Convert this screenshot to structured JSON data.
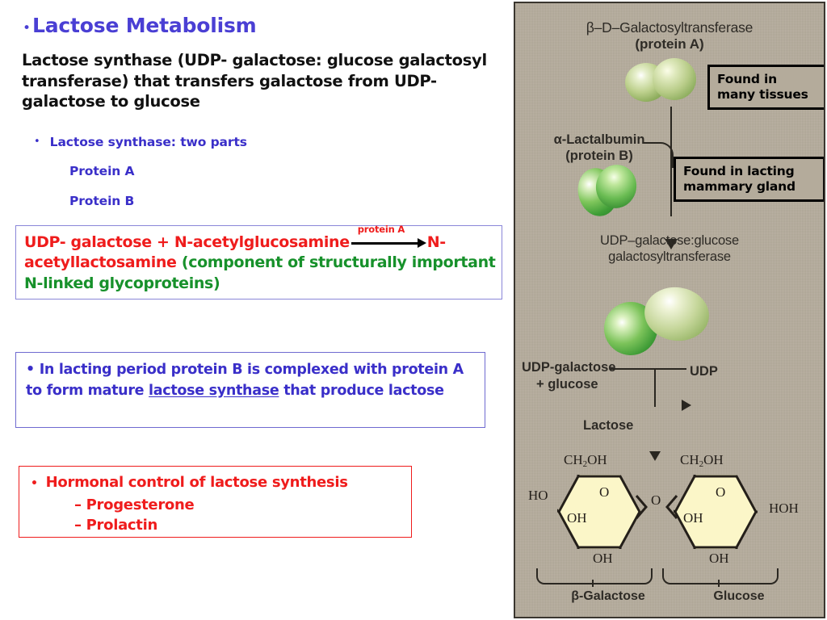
{
  "slide": {
    "title_bullet": "•",
    "title": "Lactose Metabolism",
    "lead_paragraph": "Lactose synthase (UDP- galactose: glucose galactosyl transferase) that transfers galactose from UDP-galactose to glucose",
    "subpoints": {
      "bullet": "•",
      "heading": "Lactose synthase: two parts",
      "item_a": "Protein A",
      "item_b": "Protein B"
    },
    "reaction_box": {
      "reactants": "UDP- galactose + N-acetylglucosamine",
      "arrow_label": "protein A",
      "product_red_1": "N-",
      "product_red_2": "acetyllactosamine",
      "product_green": "(component of structurally important N-linked glycoproteins)",
      "border_color": "#8a86d8",
      "red": "#ef1c1c",
      "green": "#17912b"
    },
    "complex_box": {
      "bullet": "•",
      "text_before": "In lacting period protein B is complexed with protein A to form mature ",
      "underlined": "lactose synthase",
      "text_after": " that produce lactose",
      "border_color": "#6f6ad0",
      "text_color": "#3a2fc9"
    },
    "hormonal_box": {
      "bullet": "•",
      "heading": "Hormonal control of lactose synthesis",
      "item_1": "– Progesterone",
      "item_2": "– Prolactin",
      "border_color": "#ef1c1c",
      "text_color": "#ef1c1c"
    }
  },
  "figure": {
    "background_color": "#b4ab9b",
    "protein_a_line1": "β–D–Galactosyltransferase",
    "protein_a_line2": "(protein A)",
    "protein_b_line1": "α-Lactalbumin",
    "protein_b_line2": "(protein B)",
    "enzyme_line1": "UDP–galactose:glucose",
    "enzyme_line2": "galactosyltransferase",
    "substrate_line1": "UDP-galactose",
    "substrate_line2": "+ glucose",
    "product_udp": "UDP",
    "product_lactose": "Lactose",
    "callout_1": "Found in\nmany tissues",
    "callout_2": "Found in lacting\nmammary gland",
    "sugar_left_name": "β-Galactose",
    "sugar_right_name": "Glucose",
    "sugar_labels": {
      "ch2oh": "CH",
      "ch2oh_sub": "2",
      "ch2oh_tail": "OH",
      "ring_o": "O",
      "ho": "HO",
      "oh": "OH",
      "hoh": "HOH",
      "glycosidic_o": "O"
    }
  }
}
